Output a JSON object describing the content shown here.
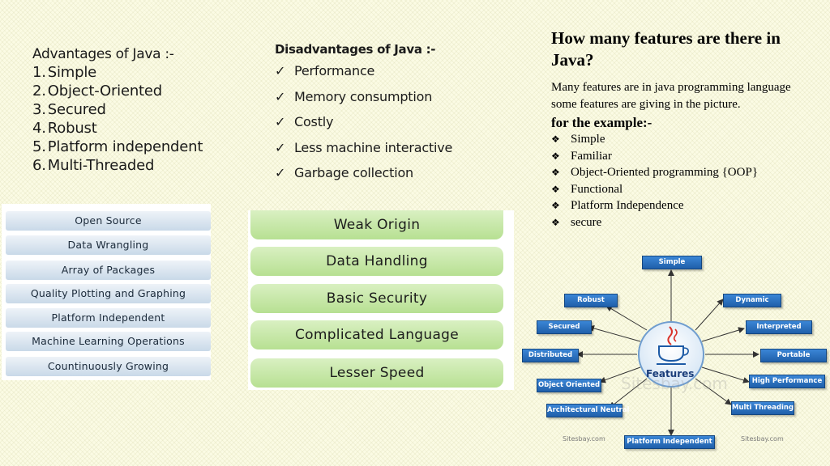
{
  "advantages": {
    "heading": "Advantages of Java :-",
    "items": [
      {
        "num": "1.",
        "text": "Simple"
      },
      {
        "num": "2.",
        "text": "Object-Oriented"
      },
      {
        "num": "3.",
        "text": "Secured"
      },
      {
        "num": "4.",
        "text": "Robust"
      },
      {
        "num": "5.",
        "text": "Platform independent"
      },
      {
        "num": "6.",
        "text": "Multi-Threaded"
      }
    ]
  },
  "disadvantages": {
    "heading": "Disadvantages of Java :-",
    "check": "✓",
    "items": [
      "Performance",
      "Memory consumption",
      "Costly",
      "Less machine interactive",
      "Garbage collection"
    ]
  },
  "features_text": {
    "title": "How many features are there in Java?",
    "paragraph": "Many features are in java programming language some features are giving in the picture.",
    "subheading": "for the example:-",
    "bullet": "❖",
    "items": [
      "Simple",
      "Familiar",
      "Object-Oriented programming {OOP}",
      "Functional",
      "Platform Independence",
      "secure"
    ]
  },
  "left_image": {
    "bars": [
      "Open Source",
      "Data Wrangling",
      "Array of Packages",
      "Quality Plotting and Graphing",
      "Platform Independent",
      "Machine Learning Operations",
      "Countinuously Growing"
    ]
  },
  "middle_image": {
    "bars": [
      "Weak Origin",
      "Data Handling",
      "Basic Security",
      "Complicated Language",
      "Lesser Speed"
    ]
  },
  "diagram": {
    "center_label": "Features",
    "icon": "java-cup-icon",
    "nodes": {
      "simple": "Simple",
      "robust": "Robust",
      "dynamic": "Dynamic",
      "secured": "Secured",
      "interpreted": "Interpreted",
      "distributed": "Distributed",
      "portable": "Portable",
      "object_oriented": "Object Oriented",
      "high_performance": "High Performance",
      "architectural_neutral": "Architectural Neutral",
      "multi_threading": "Multi Threading",
      "platform_independent": "Platform Independent"
    },
    "watermark_left": "Sitesbay.com",
    "watermark_right": "Sitesbay.com",
    "watermark_center": "Sitesbay.com"
  }
}
